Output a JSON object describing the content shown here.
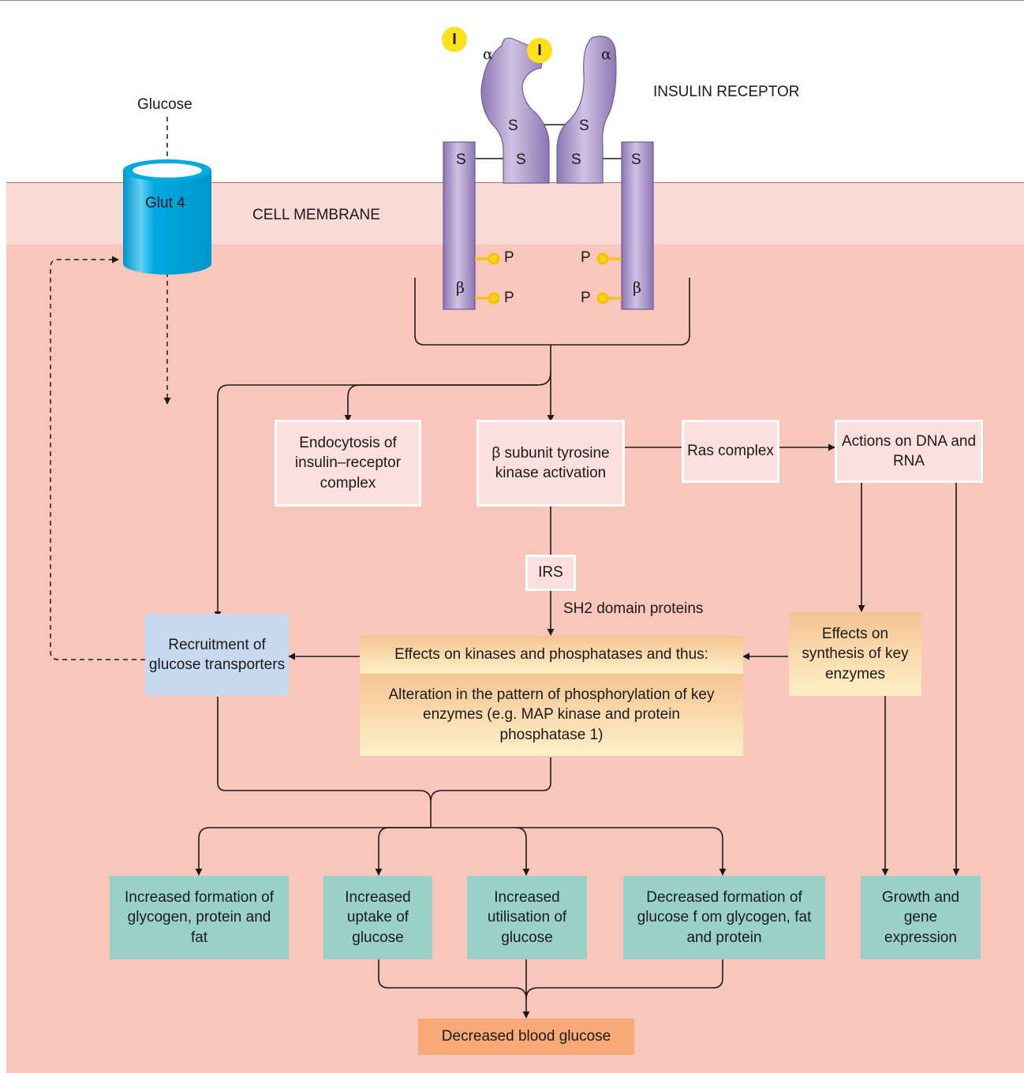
{
  "labels": {
    "glucose": "Glucose",
    "glut4": "Glut 4",
    "cell_membrane": "CELL MEMBRANE",
    "insulin_receptor": "INSULIN RECEPTOR",
    "insulin": "I",
    "alpha": "α",
    "beta": "β",
    "sulfur": "S",
    "phosphate": "P",
    "sh2": "SH2 domain proteins"
  },
  "boxes": {
    "endocytosis": "Endocytosis of insulin–receptor complex",
    "beta_subunit": "β subunit tyrosine kinase activation",
    "ras": "Ras complex",
    "dna_rna": "Actions on DNA and RNA",
    "irs": "IRS",
    "recruitment": "Recruitment of glucose transporters",
    "kinases": "Effects on kinases and phosphatases and thus:",
    "alteration": "Alteration in the pattern of phosphorylation of key enzymes (e.g. MAP kinase and protein phosphatase 1)",
    "synthesis": "Effects on synthesis of key enzymes",
    "glycogen_formation": "Increased formation of glycogen, protein and fat",
    "uptake": "Increased uptake of glucose",
    "utilisation": "Increased utilisation of glucose",
    "decreased_formation": "Decreased formation of glucose f om glycogen, fat and protein",
    "growth": "Growth and gene expression",
    "blood_glucose": "Decreased blood glucose"
  },
  "colors": {
    "receptor": "#b5a2cf",
    "glut4": "#00a9e0",
    "insulin": "#ffe01a",
    "teal": "#99d1c9",
    "blue": "#c6d9ef",
    "orange": "#f8a978"
  }
}
